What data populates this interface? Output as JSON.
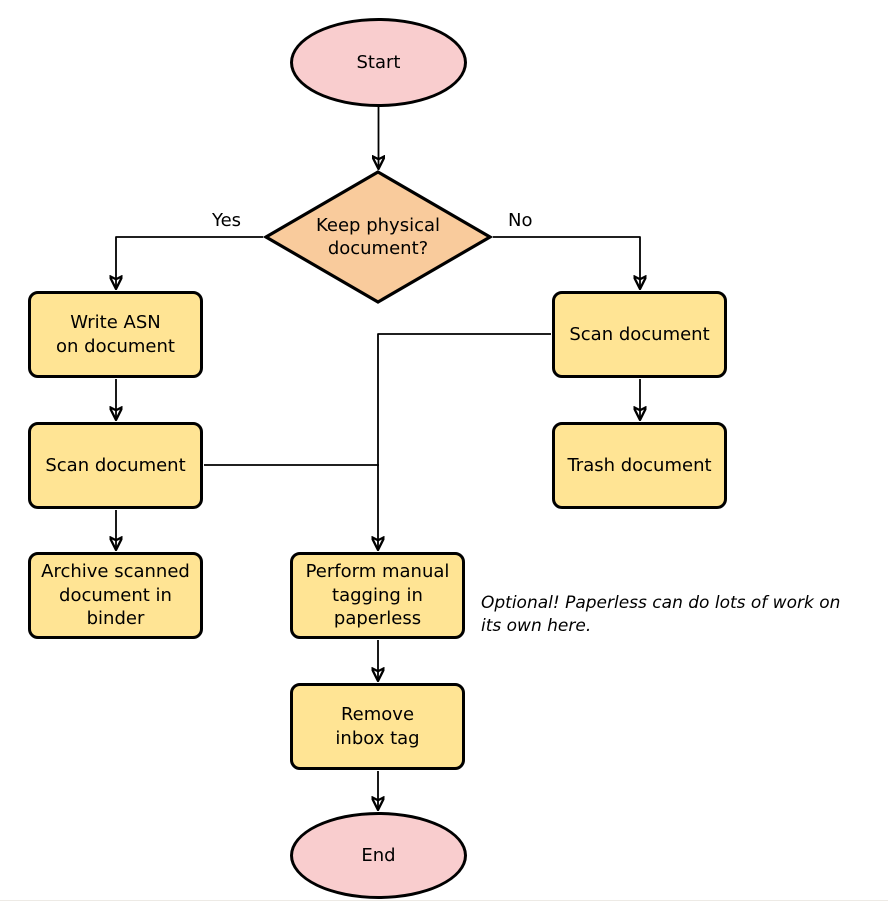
{
  "diagram": {
    "nodes": {
      "start": {
        "label": "Start",
        "type": "terminal"
      },
      "decision": {
        "label": "Keep physical\ndocument?",
        "type": "decision"
      },
      "write_asn": {
        "label": "Write ASN\non document",
        "type": "process"
      },
      "scan_left": {
        "label": "Scan document",
        "type": "process"
      },
      "archive": {
        "label": "Archive scanned\ndocument in\nbinder",
        "type": "process"
      },
      "scan_right": {
        "label": "Scan document",
        "type": "process"
      },
      "trash": {
        "label": "Trash document",
        "type": "process"
      },
      "tagging": {
        "label": "Perform manual\ntagging in\npaperless",
        "type": "process"
      },
      "remove_inbox": {
        "label": "Remove\ninbox tag",
        "type": "process"
      },
      "end": {
        "label": "End",
        "type": "terminal"
      }
    },
    "edge_labels": {
      "yes": "Yes",
      "no": "No"
    },
    "annotation": "Optional! Paperless can do lots of work on\nits own here.",
    "colors": {
      "terminal_fill": "#f9cdce",
      "process_fill": "#ffe494",
      "decision_fill": "#f9cb9c",
      "line": "#000000",
      "text": "#000000",
      "background": "#ffffff",
      "bottom_rule": "#edeae5"
    }
  }
}
